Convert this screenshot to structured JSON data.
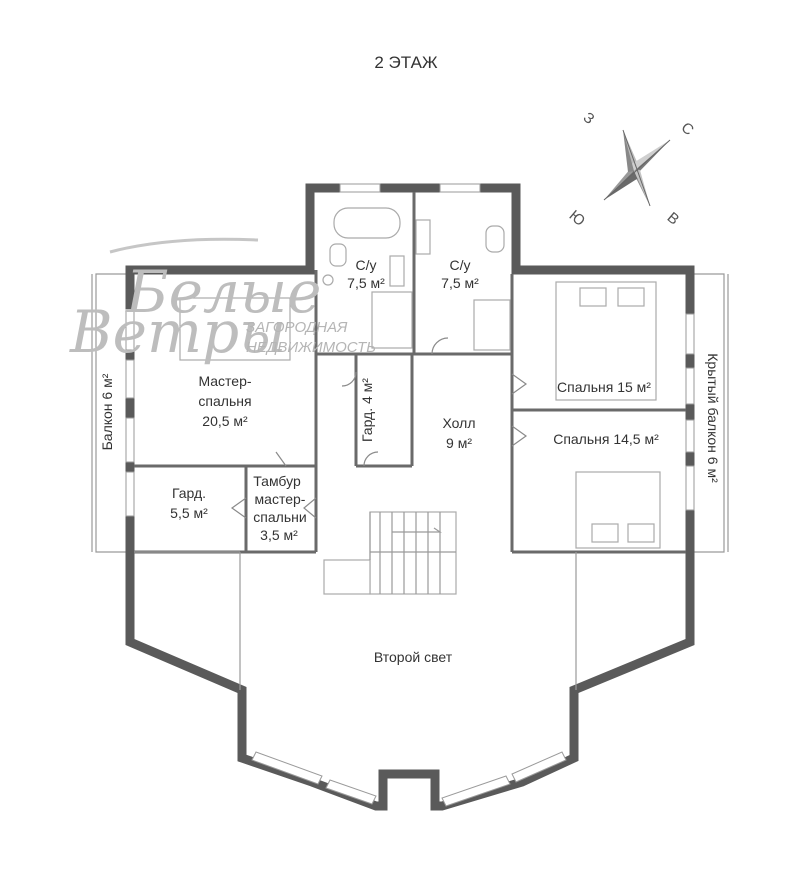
{
  "title": "2 ЭТАЖ",
  "compass": {
    "north": "С",
    "east": "В",
    "south": "Ю",
    "west": "З"
  },
  "watermark": {
    "line1": "Белые",
    "line2": "Ветры",
    "line3": "ЗАГОРОДНАЯ",
    "line4": "НЕДВИЖИМОСТЬ"
  },
  "rooms": {
    "bath1": {
      "name": "С/у",
      "area": "7,5 м²"
    },
    "bath2": {
      "name": "С/у",
      "area": "7,5 м²"
    },
    "master": {
      "name1": "Мастер-",
      "name2": "спальня",
      "area": "20,5 м²"
    },
    "closet4": {
      "label": "Гард. 4 м²"
    },
    "hall": {
      "name": "Холл",
      "area": "9 м²"
    },
    "bed15": {
      "label": "Спальня 15 м²"
    },
    "bed145": {
      "label": "Спальня 14,5 м²"
    },
    "closet55": {
      "name": "Гард.",
      "area": "5,5 м²"
    },
    "tambour": {
      "line1": "Тамбур",
      "line2": "мастер-",
      "line3": "спальни",
      "area": "3,5 м²"
    },
    "second_light": {
      "label": "Второй свет"
    },
    "balcony_left": {
      "label": "Балкон 6 м²"
    },
    "balcony_right": {
      "label": "Крытый балкон 6 м²"
    }
  }
}
